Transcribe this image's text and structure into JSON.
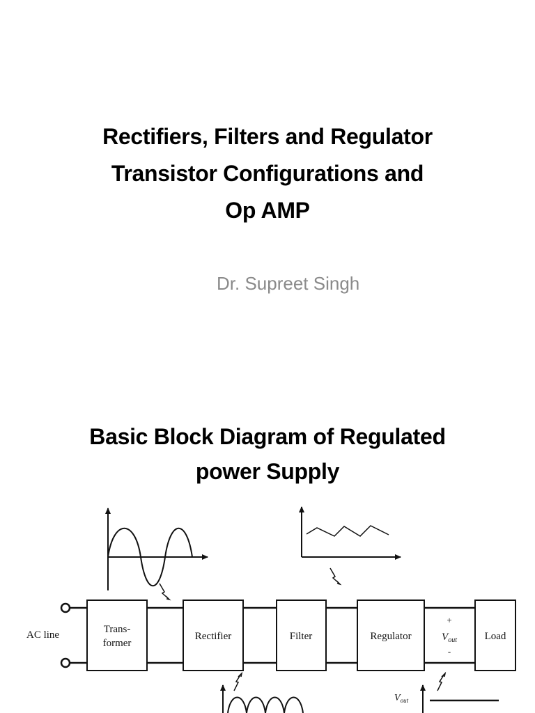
{
  "slide1": {
    "title_lines": [
      "Rectifiers, Filters and Regulator",
      "Transistor Configurations and",
      "Op AMP"
    ],
    "author": "Dr. Supreet Singh"
  },
  "slide2": {
    "title_lines": [
      "Basic Block Diagram of Regulated",
      "power Supply"
    ],
    "diagram": {
      "input_label": "AC line",
      "blocks": [
        {
          "name": "transformer",
          "lines": [
            "Trans-",
            "former"
          ]
        },
        {
          "name": "rectifier",
          "lines": [
            "Rectifier"
          ]
        },
        {
          "name": "filter",
          "lines": [
            "Filter"
          ]
        },
        {
          "name": "regulator",
          "lines": [
            "Regulator"
          ]
        },
        {
          "name": "vout",
          "plus": "+",
          "minus": "-",
          "label": "V",
          "label_sub": "out"
        },
        {
          "name": "load",
          "lines": [
            "Load"
          ]
        }
      ],
      "vout_graph_label": "V",
      "vout_graph_label_sub": "out"
    }
  }
}
